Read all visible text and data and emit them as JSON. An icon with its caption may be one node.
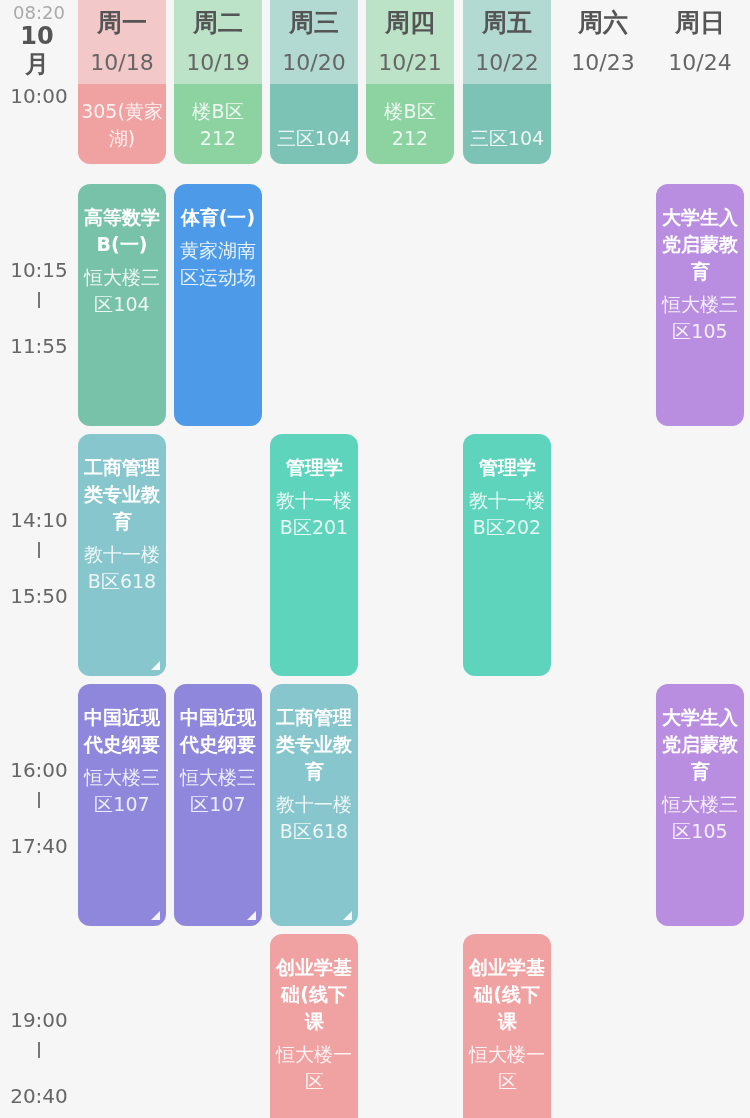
{
  "diagram": {
    "nodes": [
      {
        "text": [
          "305(黄家湖)"
        ]
      },
      {
        "text": [
          "楼B区212"
        ]
      },
      {
        "text": [
          "三区104"
        ]
      },
      {
        "text": [
          "楼B区212"
        ]
      },
      {
        "text": [
          "三区104"
        ]
      },
      {
        "text": [
          "高等数学B(一)",
          "恒大楼三区104"
        ]
      },
      {
        "text": [
          "体育(一)",
          "黄家湖南区运动场"
        ]
      },
      {
        "text": [
          "大学生入党启蒙教育",
          "恒大楼三区105"
        ]
      },
      {
        "text": [
          "工商管理类专业教育",
          "教十一楼B区618"
        ]
      },
      {
        "text": [
          "管理学",
          "教十一楼B区201"
        ]
      },
      {
        "text": [
          "管理学",
          "教十一楼B区202"
        ]
      },
      {
        "text": [
          "中国近现代史纲要",
          "恒大楼三区107"
        ]
      },
      {
        "text": [
          "中国近现代史纲要",
          "恒大楼三区107"
        ]
      },
      {
        "text": [
          "工商管理类专业教育",
          "教十一楼B区618"
        ]
      },
      {
        "text": [
          "大学生入党启蒙教育",
          "恒大楼三区105"
        ]
      },
      {
        "text": [
          "创业学基础(线下课",
          "恒大楼一区"
        ]
      },
      {
        "text": [
          "创业学基础(线下课",
          "恒大楼一区"
        ]
      }
    ],
    "labels": [
      "08:20",
      "10月",
      "周一",
      "10/18",
      "周二",
      "10/19",
      "周三",
      "10/20",
      "周四",
      "10/21",
      "周五",
      "10/22",
      "周六",
      "10/23",
      "周日",
      "10/24",
      "10:00",
      "10:15",
      "11:55",
      "14:10",
      "15:50",
      "16:00",
      "17:40",
      "19:00",
      "20:40"
    ]
  }
}
